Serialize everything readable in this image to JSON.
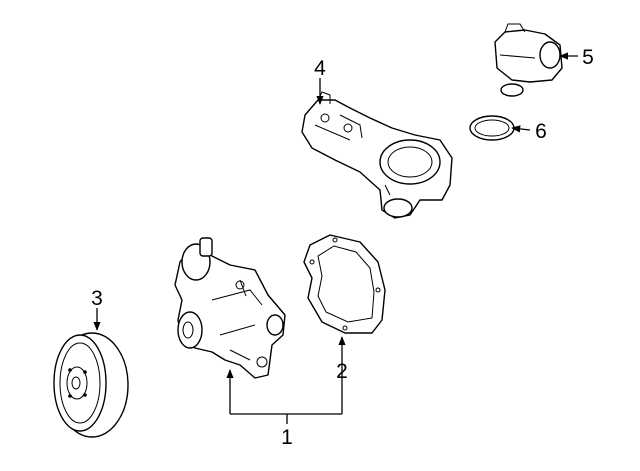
{
  "diagram": {
    "callouts": [
      {
        "id": "1",
        "text": "1"
      },
      {
        "id": "2",
        "text": "2"
      },
      {
        "id": "3",
        "text": "3"
      },
      {
        "id": "4",
        "text": "4"
      },
      {
        "id": "5",
        "text": "5"
      },
      {
        "id": "6",
        "text": "6"
      }
    ],
    "parts": [
      "water-pump",
      "gasket",
      "pulley",
      "thermostat-housing",
      "thermostat",
      "o-ring"
    ]
  }
}
